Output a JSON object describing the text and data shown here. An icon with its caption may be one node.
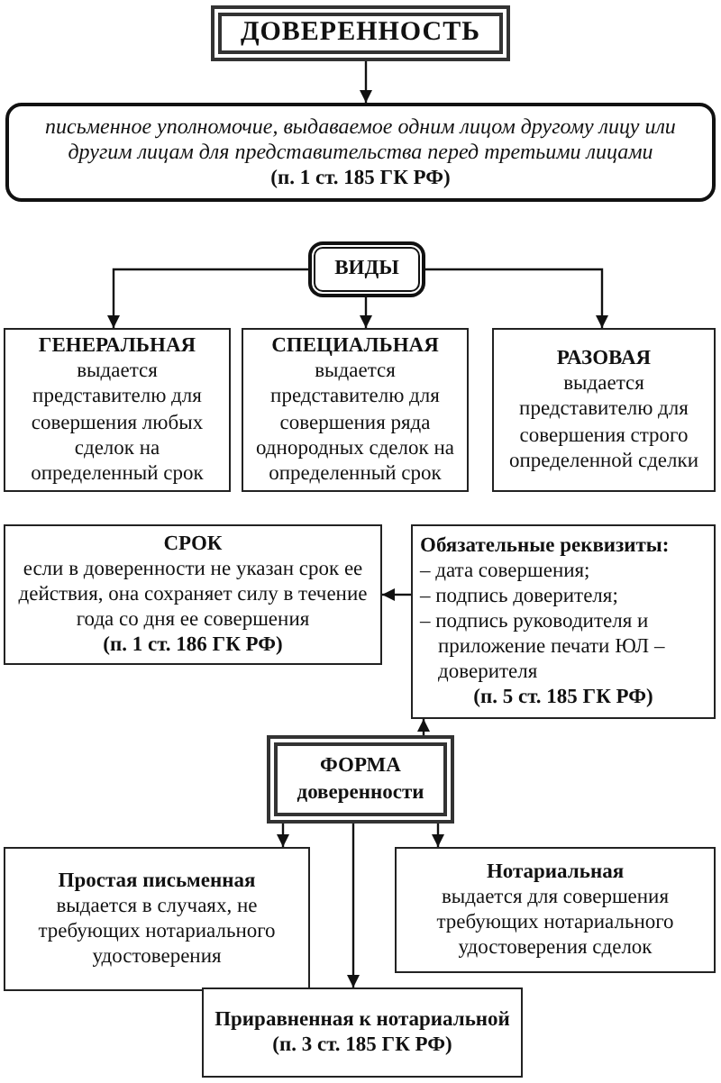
{
  "diagram": {
    "nodes": [
      {
        "text": [
          "ДОВЕРЕННОСТЬ"
        ]
      },
      {
        "text": [
          "письменное уполномочие, выдаваемое одним лицом другому лицу или другим лицам для представительства перед третьими лицами",
          "(п. 1 ст. 185 ГК РФ)"
        ]
      },
      {
        "text": [
          "ВИДЫ"
        ]
      },
      {
        "text": [
          "ГЕНЕРАЛЬНАЯ",
          "выдается представителю для совершения любых сделок на определенный срок"
        ]
      },
      {
        "text": [
          "СПЕЦИАЛЬНАЯ",
          "выдается представителю для совершения ряда однородных сделок на определенный срок"
        ]
      },
      {
        "text": [
          "РАЗОВАЯ",
          "выдается представителю для совершения строго определенной сделки"
        ]
      },
      {
        "text": [
          "СРОК",
          "если в доверенности не указан срок ее действия, она сохраняет силу в течение года со дня ее совершения",
          "(п. 1 ст. 186 ГК РФ)"
        ]
      },
      {
        "text": [
          "Обязательные реквизиты:",
          "– дата совершения;",
          "– подпись доверителя;",
          "– подпись руководителя и приложение печати ЮЛ – доверителя",
          "(п. 5 ст. 185 ГК РФ)"
        ]
      },
      {
        "text": [
          "ФОРМА",
          "доверенности"
        ]
      },
      {
        "text": [
          "Простая письменная",
          "выдается в случаях, не требующих нотариального удостоверения"
        ]
      },
      {
        "text": [
          "Нотариальная",
          "выдается для совершения требующих нотариального удостоверения сделок"
        ]
      },
      {
        "text": [
          "Приравненная к нотариальной",
          "(п. 3 ст. 185 ГК РФ)"
        ]
      }
    ],
    "edges": [
      {
        "from": 0,
        "to": 1,
        "arrow": "to"
      },
      {
        "from": 2,
        "to": 3,
        "arrow": "to"
      },
      {
        "from": 2,
        "to": 4,
        "arrow": "to"
      },
      {
        "from": 2,
        "to": 5,
        "arrow": "to"
      },
      {
        "from": 7,
        "to": 6,
        "arrow": "to"
      },
      {
        "from": 8,
        "to": 7,
        "arrow": "to"
      },
      {
        "from": 8,
        "to": 9,
        "arrow": "to"
      },
      {
        "from": 8,
        "to": 11,
        "arrow": "to"
      },
      {
        "from": 8,
        "to": 10,
        "arrow": "to"
      }
    ]
  }
}
